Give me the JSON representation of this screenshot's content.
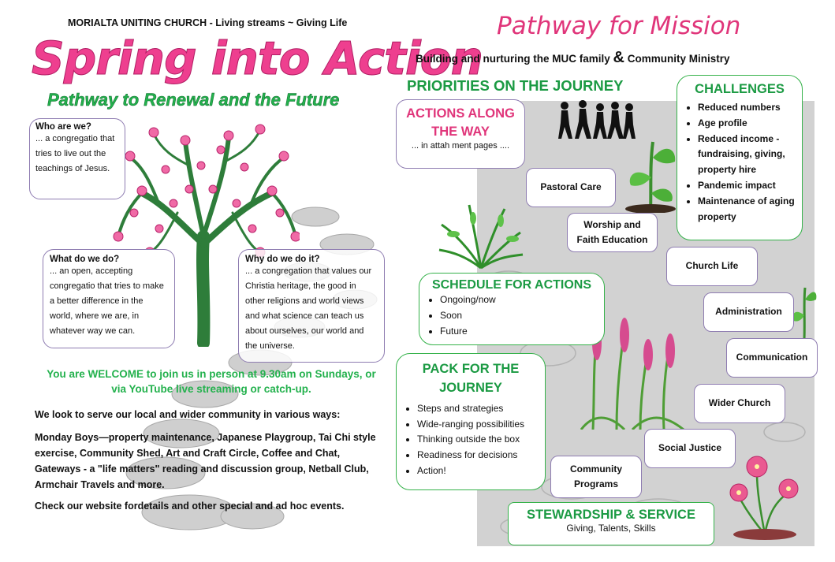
{
  "left": {
    "header": "MORIALTA UNITING CHURCH - Living streams ~ Giving Life",
    "title": "Spring into Action",
    "subtitle": "Pathway to Renewal and the Future",
    "who": {
      "heading": "Who are we?",
      "text": "... a congregatio that tries to live out the teachings of Jesus."
    },
    "what": {
      "heading": "What do we do?",
      "text": "... an open, accepting congregatio  that tries to make a better difference in the world, where we are, in whatever way we can."
    },
    "why": {
      "heading": "Why do we do it?",
      "text": "... a congregation that values our Christia  heritage, the good in other religions and world views and what science can teach us about ourselves, our world and the universe."
    },
    "welcome": "You are WELCOME to join us  in person at 9.30am on Sundays, or via YouTube live streaming or catch-up.",
    "serve": "We look to serve our local and wider community in various ways:",
    "activities": "Monday Boys—property maintenance, Japanese Playgroup, Tai Chi style exercise, Community Shed, Art and Craft Circle, Coffee and Chat, Gateways - a \"life matters\" reading and discussion group, Netball Club, Armchair Travels and more.",
    "website": "Check our website fordetails and other special and ad hoc events."
  },
  "right": {
    "title": "Pathway for Mission",
    "subtitle_a": "Building and nurturing the MUC family",
    "subtitle_amp": "&",
    "subtitle_b": "Community Ministry",
    "priorities": "PRIORITIES ON THE JOURNEY",
    "actions": {
      "heading": "ACTIONS ALONG THE WAY",
      "text": "... in attah  ment pages ...."
    },
    "challenges": {
      "heading": "CHALLENGES",
      "items": [
        "Reduced numbers",
        "Age profile",
        "Reduced income - fundraising, giving, property hire",
        "Pandemic impact",
        "Maintenance of aging property"
      ]
    },
    "schedule": {
      "heading": "SCHEDULE FOR ACTIONS",
      "items": [
        "Ongoing/now",
        "Soon",
        "Future"
      ]
    },
    "pack": {
      "heading": "PACK FOR THE JOURNEY",
      "items": [
        "Steps and strategies",
        "Wide-ranging possibilities",
        "Thinking outside the box",
        "Readiness for decisions",
        "Action!"
      ]
    },
    "stewardship": {
      "heading": "STEWARDSHIP & SERVICE",
      "text": "Giving, Talents, Skills"
    },
    "steps": {
      "pastoral": "Pastoral Care",
      "worship": "Worship and Faith Education",
      "church_life": "Church Life",
      "administration": "Administration",
      "communication": "Communication",
      "wider_church": "Wider Church",
      "social_justice": "Social Justice",
      "community_programs": "Community Programs"
    }
  },
  "colors": {
    "pink": "#e0357a",
    "green": "#1b9a43",
    "tree": "#2e7d3a",
    "border": "#8e7cb1"
  }
}
